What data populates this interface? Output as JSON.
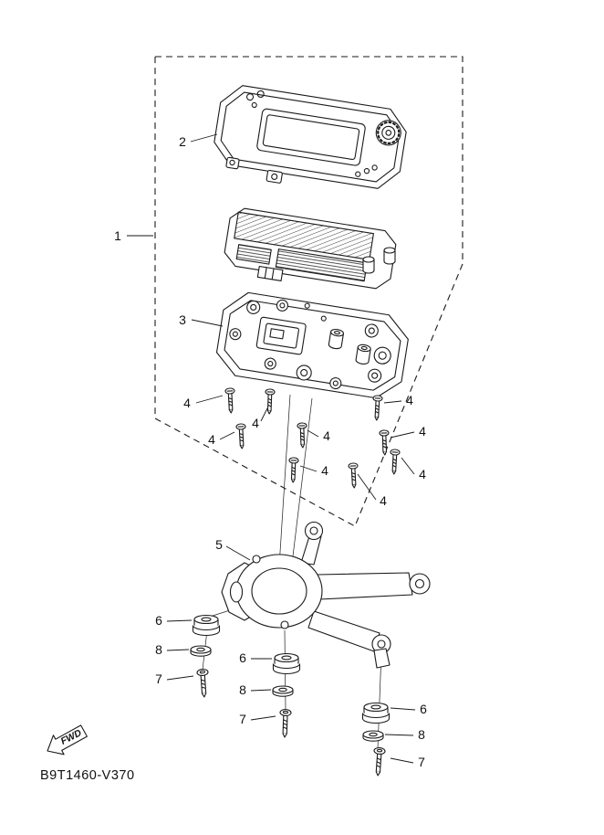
{
  "page": {
    "bg_color": "#ffffff",
    "line_color": "#1a1a1a"
  },
  "diagram": {
    "drawing_code": "B9T1460-V370",
    "fwd_label": "FWD",
    "part_labels": {
      "p1": "1",
      "p2": "2",
      "p3": "3",
      "p4": "4",
      "p5": "5",
      "p6": "6",
      "p7": "7",
      "p8": "8"
    }
  }
}
